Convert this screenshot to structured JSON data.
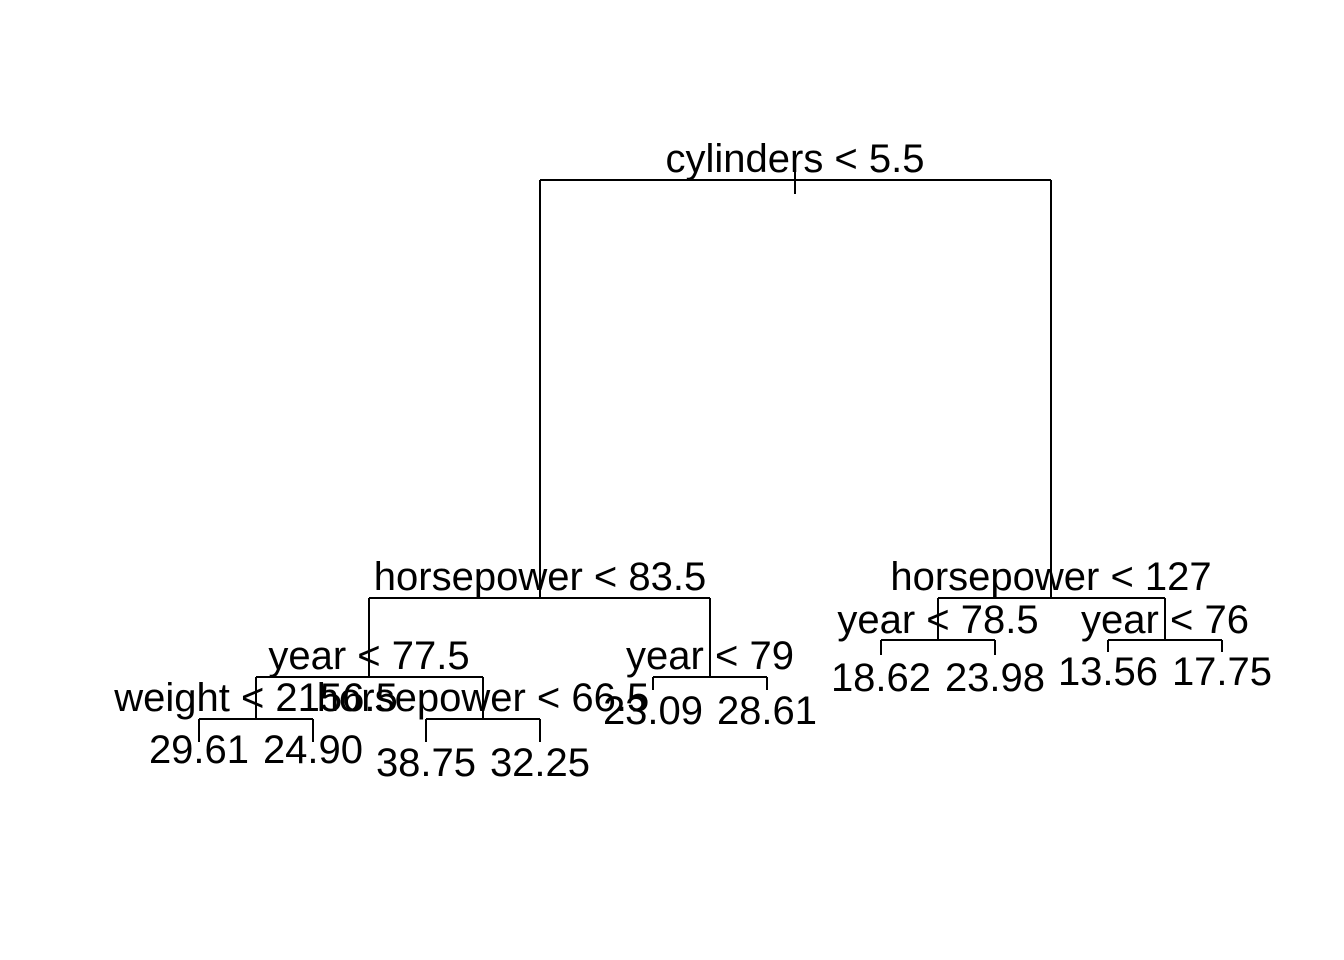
{
  "tree": {
    "nodes": [
      {
        "id": "root",
        "split": "cylinders < 5.5"
      },
      {
        "id": "left",
        "split": "horsepower < 83.5"
      },
      {
        "id": "right",
        "split": "horsepower < 127"
      },
      {
        "id": "left-left",
        "split": "year < 77.5"
      },
      {
        "id": "left-right",
        "split": "year < 79"
      },
      {
        "id": "right-left",
        "split": "year < 78.5"
      },
      {
        "id": "right-right",
        "split": "year < 76"
      },
      {
        "id": "lll",
        "split": "weight < 2156.5"
      },
      {
        "id": "llr",
        "split": "horsepower < 66.5"
      }
    ],
    "leaves": [
      {
        "id": "leaf-lll-left",
        "value": "29.61"
      },
      {
        "id": "leaf-lll-right",
        "value": "24.90"
      },
      {
        "id": "leaf-llr-left",
        "value": "38.75"
      },
      {
        "id": "leaf-llr-right",
        "value": "32.25"
      },
      {
        "id": "leaf-lr-left",
        "value": "23.09"
      },
      {
        "id": "leaf-lr-right",
        "value": "28.61"
      },
      {
        "id": "leaf-rl-left",
        "value": "18.62"
      },
      {
        "id": "leaf-rl-right",
        "value": "23.98"
      },
      {
        "id": "leaf-rr-left",
        "value": "13.56"
      },
      {
        "id": "leaf-rr-right",
        "value": "17.75"
      }
    ]
  }
}
